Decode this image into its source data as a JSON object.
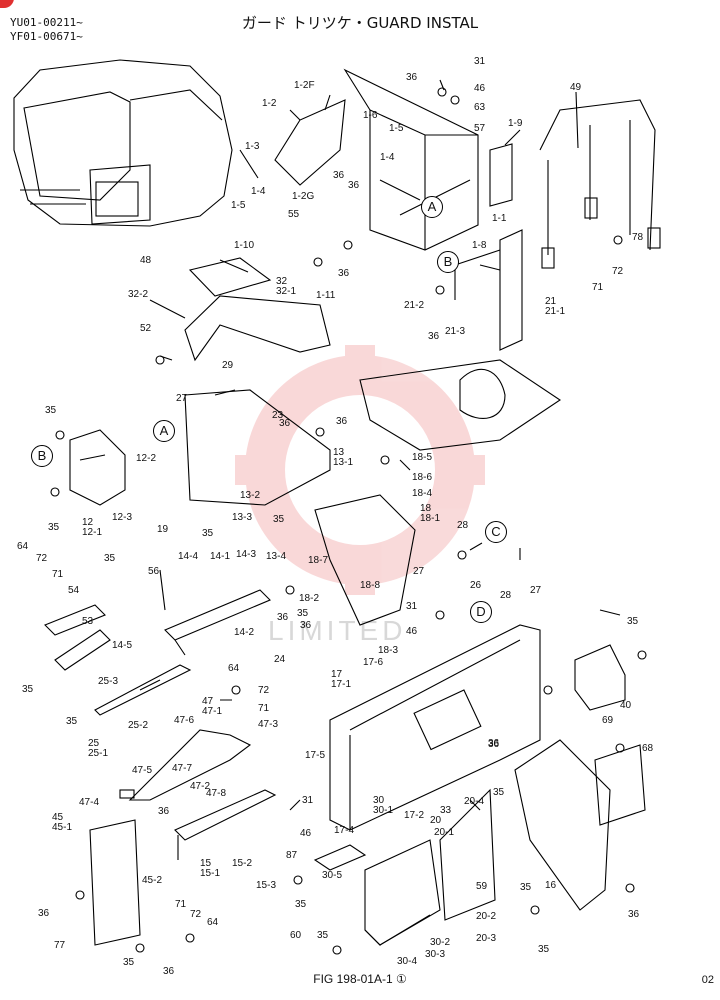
{
  "header": {
    "serial_1": "YU01-00211~",
    "serial_2": "YF01-00671~",
    "title": "ガード トリツケ・GUARD INSTAL",
    "figure_caption": "FIG 198-01A-1 ①",
    "page_number": "02",
    "watermark_text": "LIMITED",
    "brand_color": "#e03030"
  },
  "circled_refs": [
    "A",
    "B",
    "C",
    "D",
    "A",
    "B"
  ],
  "part_labels": [
    "31",
    "36",
    "46",
    "63",
    "57",
    "1-2F",
    "1-2",
    "1-6",
    "1-5",
    "1-4",
    "1-3",
    "1-4",
    "1-5",
    "1-2G",
    "36",
    "36",
    "55",
    "1-9",
    "49",
    "1-1",
    "1-8",
    "1-10",
    "36",
    "1-11",
    "32",
    "32-1",
    "32-2",
    "48",
    "78",
    "72",
    "71",
    "21",
    "21-1",
    "21-2",
    "21-3",
    "36",
    "52",
    "29",
    "27",
    "23",
    "36",
    "35",
    "12-2",
    "12",
    "12-1",
    "12-3",
    "35",
    "19",
    "36",
    "13",
    "13-1",
    "18-5",
    "18-6",
    "18-4",
    "13-2",
    "13-3",
    "35",
    "35",
    "13-4",
    "18",
    "18-1",
    "28",
    "27",
    "26",
    "28",
    "27",
    "18-7",
    "18-8",
    "18-2",
    "64",
    "72",
    "71",
    "35",
    "54",
    "53",
    "35",
    "56",
    "14-4",
    "14-1",
    "14-3",
    "14-2",
    "14-5",
    "35",
    "36",
    "35",
    "36",
    "24",
    "18-3",
    "31",
    "46",
    "35",
    "17",
    "17-1",
    "17-6",
    "36",
    "40",
    "25-3",
    "25",
    "25-1",
    "25-2",
    "64",
    "72",
    "71",
    "47",
    "47-1",
    "47-3",
    "47-6",
    "47-5",
    "47-7",
    "47-2",
    "47-8",
    "47-4",
    "36",
    "31",
    "46",
    "17-5",
    "17-4",
    "17-2",
    "33",
    "20-4",
    "20",
    "20-1",
    "36",
    "35",
    "69",
    "68",
    "16",
    "36",
    "45",
    "45-1",
    "15",
    "15-1",
    "15-2",
    "15-3",
    "87",
    "30",
    "30-1",
    "30-5",
    "35",
    "60",
    "35",
    "30-4",
    "30-2",
    "30-3",
    "59",
    "35",
    "20-2",
    "20-3",
    "35",
    "45-2",
    "71",
    "72",
    "64",
    "36",
    "77",
    "36",
    "35"
  ]
}
